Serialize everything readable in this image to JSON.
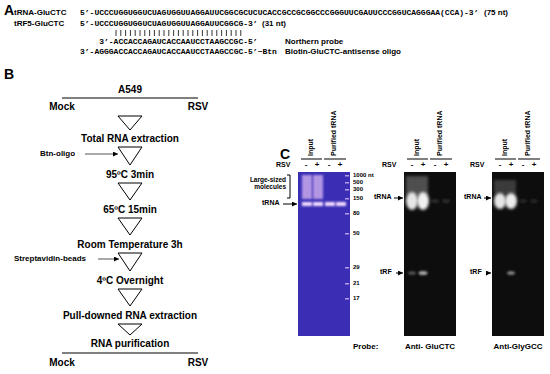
{
  "diagram": {
    "labels": [
      "A",
      "tRNA-GluCTC",
      "5’-UCCCUGGUGGUCUAGUGGUUAGGAUUCGGCGCUCUCACCGCCGCGGCCCGGGUUCGAUUCCCGGUCAGGGAA(CCA)-3’",
      "(75 nt)",
      "tRF5-GluCTC",
      "5’-UCCCUGGUGGUCUAGUGGUUAGGAUUCGGCG-3’",
      "(31 nt)",
      "3’-ACCACCAGAUCACCAAUCCTAAGCCGC-5’",
      "Northern probe",
      "3’-AGGGACCACCAGAUCACCAAUCCTAAGCCGC-5’~Btn",
      "Biotin-GluCTC-antisense oligo",
      "B",
      "A549",
      "Mock",
      "RSV",
      "Total RNA extraction",
      "Btn-oligo",
      "95ºC 3min",
      "65ºC 15min",
      "Room Temperature 3h",
      "Streptavidin-beads",
      "4ºC Overnight",
      "Pull-downed RNA extraction",
      "RNA purification",
      "Mock",
      "RSV",
      "C",
      "Input",
      "Purified tRNA",
      "RSV",
      "-",
      "+",
      "-",
      "+",
      "Large-sized molecules",
      "tRNA",
      "1000 nt",
      "500",
      "300",
      "150",
      "80",
      "50",
      "29",
      "21",
      "17",
      "Input",
      "Purified tRNA",
      "RSV",
      "-",
      "+",
      "-",
      "+",
      "tRNA",
      "tRF",
      "Input",
      "Purified tRNA",
      "RSV",
      "-",
      "+",
      "-",
      "+",
      "tRNA",
      "tRF",
      "Probe:",
      "Anti- GluCTC",
      "Anti-GlyGCC"
    ]
  }
}
